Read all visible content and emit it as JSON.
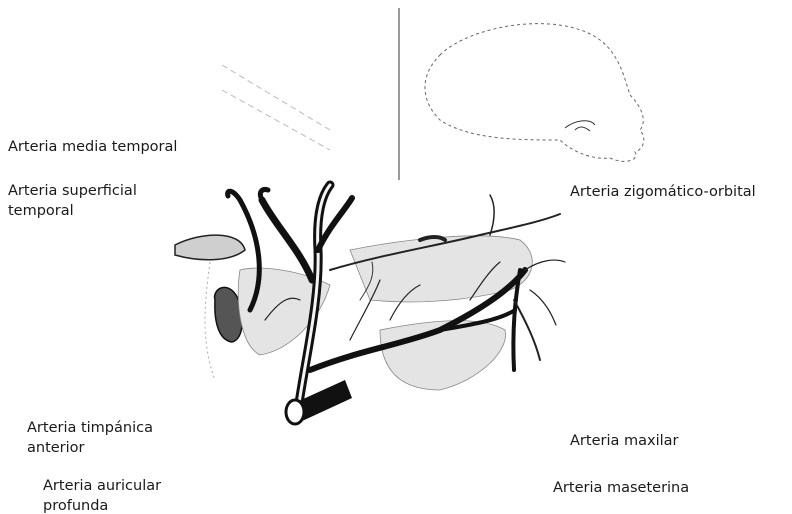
{
  "labels": {
    "media_temporal": "Arteria media temporal",
    "superficial_temporal_1": "Arteria superficial",
    "superficial_temporal_2": "temporal",
    "zigomatico_orbital": "Arteria zigomático-orbital",
    "timpanica_anterior_1": "Arteria timpánica",
    "timpanica_anterior_2": "anterior",
    "maxilar": "Arteria maxilar",
    "auricular_profunda_1": "Arteria auricular",
    "auricular_profunda_2": "profunda",
    "maseterina": "Arteria maseterina"
  },
  "colors": {
    "text": "#1a1a1a",
    "ink": "#111111",
    "shade": "#9a9a9a"
  }
}
